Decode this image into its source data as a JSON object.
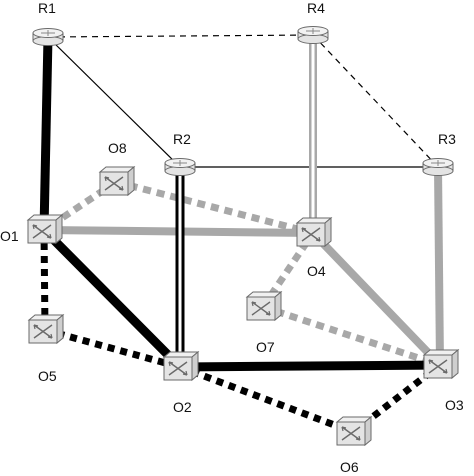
{
  "colors": {
    "background": "#ffffff",
    "primary_path": "#000000",
    "secondary_path": "#a8a8a8",
    "thin_link": "#000000",
    "device_fill": "#e4e4e4",
    "device_edge": "#6a6a6a",
    "label": "#111111"
  },
  "nodes": [
    {
      "id": "R1",
      "label": "R1",
      "kind": "router"
    },
    {
      "id": "R2",
      "label": "R2",
      "kind": "router"
    },
    {
      "id": "R3",
      "label": "R3",
      "kind": "router"
    },
    {
      "id": "R4",
      "label": "R4",
      "kind": "router"
    },
    {
      "id": "O1",
      "label": "O1",
      "kind": "optical-switch"
    },
    {
      "id": "O2",
      "label": "O2",
      "kind": "optical-switch"
    },
    {
      "id": "O3",
      "label": "O3",
      "kind": "optical-switch"
    },
    {
      "id": "O4",
      "label": "O4",
      "kind": "optical-switch"
    },
    {
      "id": "O5",
      "label": "O5",
      "kind": "optical-switch"
    },
    {
      "id": "O6",
      "label": "O6",
      "kind": "optical-switch"
    },
    {
      "id": "O7",
      "label": "O7",
      "kind": "optical-switch"
    },
    {
      "id": "O8",
      "label": "O8",
      "kind": "optical-switch"
    }
  ],
  "links": [
    {
      "from": "R1",
      "to": "R4",
      "style": "thin-dashed"
    },
    {
      "from": "R4",
      "to": "R3",
      "style": "thin-dashed"
    },
    {
      "from": "R1",
      "to": "R2",
      "style": "thin-solid"
    },
    {
      "from": "R2",
      "to": "R3",
      "style": "thin-solid"
    },
    {
      "from": "R1",
      "to": "O1",
      "style": "gray-lightpath"
    },
    {
      "from": "O1",
      "to": "O4",
      "style": "gray-lightpath"
    },
    {
      "from": "O4",
      "to": "R4",
      "style": "gray-lightpath"
    },
    {
      "from": "O4",
      "to": "O3",
      "style": "gray-lightpath"
    },
    {
      "from": "O3",
      "to": "R3",
      "style": "gray-lightpath"
    },
    {
      "from": "O8",
      "to": "O1",
      "style": "gray-dashed"
    },
    {
      "from": "O8",
      "to": "O4",
      "style": "gray-dashed"
    },
    {
      "from": "O7",
      "to": "O4",
      "style": "gray-dashed"
    },
    {
      "from": "O7",
      "to": "O3",
      "style": "gray-dashed"
    },
    {
      "from": "R1",
      "to": "O1",
      "style": "black-lightpath"
    },
    {
      "from": "O1",
      "to": "O2",
      "style": "black-lightpath"
    },
    {
      "from": "O2",
      "to": "R2",
      "style": "black-lightpath"
    },
    {
      "from": "O2",
      "to": "O3",
      "style": "black-lightpath"
    },
    {
      "from": "O1",
      "to": "O5",
      "style": "black-dashed"
    },
    {
      "from": "O5",
      "to": "O2",
      "style": "black-dashed"
    },
    {
      "from": "O2",
      "to": "O6",
      "style": "black-dashed"
    },
    {
      "from": "O6",
      "to": "O3",
      "style": "black-dashed"
    }
  ]
}
